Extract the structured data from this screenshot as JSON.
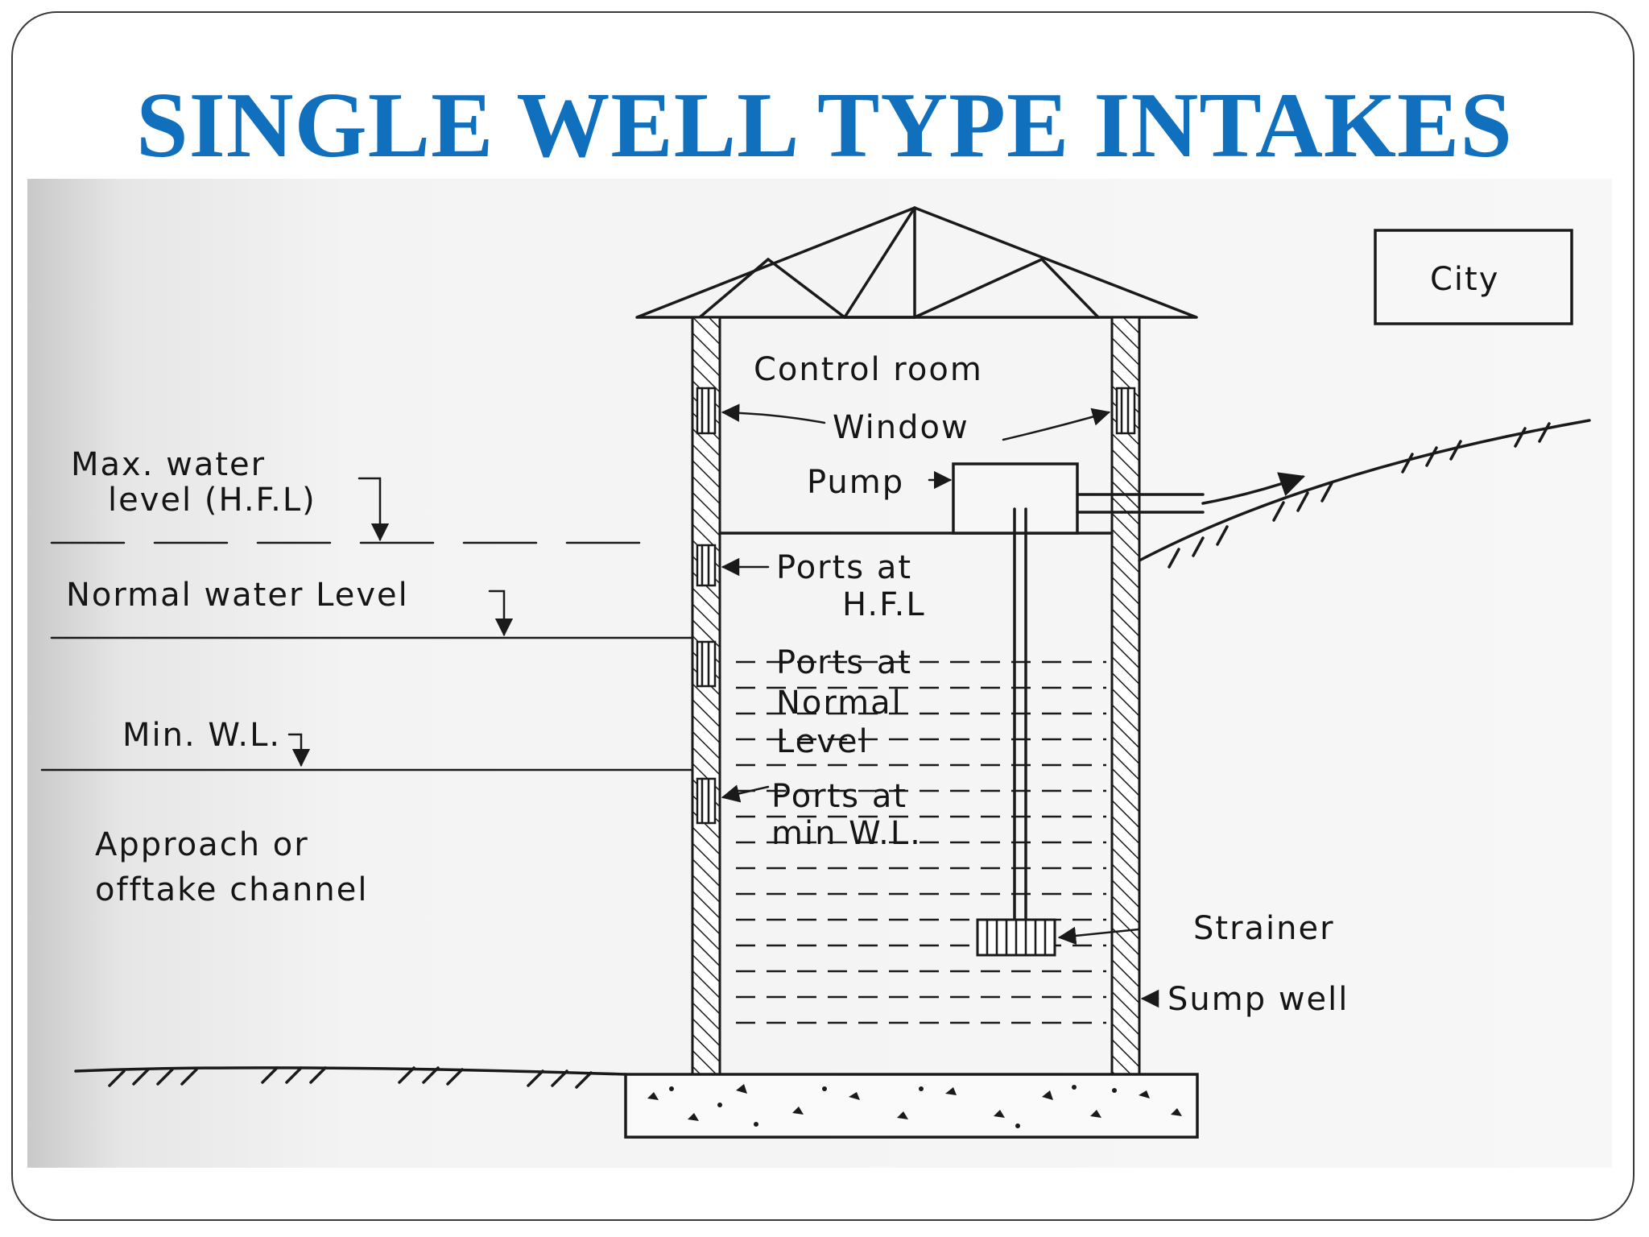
{
  "slide": {
    "title": "SINGLE WELL TYPE INTAKES",
    "title_color": "#1070bd"
  },
  "diagram": {
    "labels": {
      "city": "City",
      "control_room": "Control room",
      "window": "Window",
      "pump": "Pump",
      "max_water_level_line1": "Max. water",
      "max_water_level_line2": "level (H.F.L)",
      "normal_water_level": "Normal water Level",
      "min_wl": "Min. W.L.",
      "ports_hfl_line1": "Ports at",
      "ports_hfl_line2": "H.F.L",
      "ports_normal_line1": "Ports at",
      "ports_normal_line2": "Normal",
      "ports_normal_line3": "Level",
      "ports_min_line1": "Ports at",
      "ports_min_line2": "min W.L.",
      "approach_line1": "Approach or",
      "approach_line2": "offtake channel",
      "strainer": "Strainer",
      "sump_well": "Sump   well"
    }
  }
}
